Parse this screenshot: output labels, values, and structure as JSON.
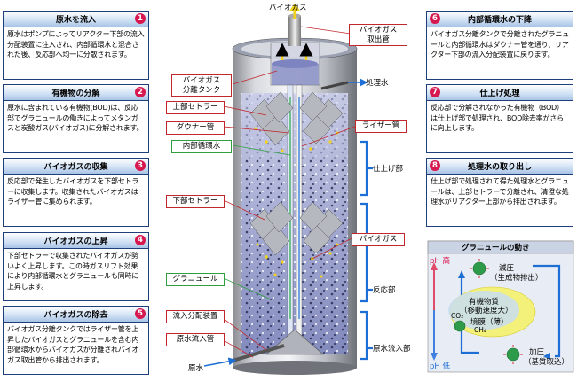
{
  "left_panels": [
    {
      "num": "1",
      "title": "原水を流入",
      "body": "原水はポンプによってリアクター下部の流入分配装置に注入され、内部循環水と混合された後、反応部へ均一に分散されます。"
    },
    {
      "num": "2",
      "title": "有機物の分解",
      "body": "原水に含まれている有機物(BOD)は、反応部でグラニュールの働きによってメタンガスと炭酸ガス(バイオガス)に分解されます。"
    },
    {
      "num": "3",
      "title": "バイオガスの収集",
      "body": "反応部で発生したバイオガスを下部セトラーに収集します。収集されたバイオガスはライザー管に集められます。"
    },
    {
      "num": "4",
      "title": "バイオガスの上昇",
      "body": "下部セトラーで収集されたバイオガスが勢いよく上昇します。この時ガスリフト効果により内部循環水とグラニュールも同時に上昇します。"
    },
    {
      "num": "5",
      "title": "バイオガスの除去",
      "body": "バイオガス分離タンクではライザー管を上昇したバイオガスとグラニュールを含む内部循環水からバイオガスが分離されバイオガス取出管から排出されます。"
    }
  ],
  "right_panels": [
    {
      "num": "6",
      "title": "内部循環水の下降",
      "body": "バイオガス分離タンクで分離されたグラニュールと内部循環水はダウナー管を通り、リアクター下部の流入分配装置に戻ります。"
    },
    {
      "num": "7",
      "title": "仕上げ処理",
      "body": "反応部で分解されなかった有機物（BOD）は仕上げ部で処理され、BOD除去率がさらに向上します。"
    },
    {
      "num": "8",
      "title": "処理水の取り出し",
      "body": "仕上げ部で処理されて得た処理水とグラニュールは、上部セトラーで分離され、清澄な処理水がリアクター上部から排出されます。"
    }
  ],
  "labels": {
    "biogas_top": "バイオガス",
    "biogas_outlet": "バイオガス\n取出管",
    "separator_tank": "バイオガス\n分離タンク",
    "treated_water": "処理水",
    "upper_settler": "上部セトラー",
    "downer": "ダウナー管",
    "riser": "ライザー管",
    "internal_circ": "内部循環水",
    "lower_settler": "下部セトラー",
    "biogas_mid": "バイオガス",
    "granule": "グラニュール",
    "inflow_distributor": "流入分配装置",
    "inflow_pipe": "原水流入管",
    "raw_water": "原水",
    "finishing_zone": "仕上げ部",
    "reaction_zone": "反応部",
    "inflow_zone": "原水流入部"
  },
  "granule_box": {
    "title": "グラニュールの動き",
    "ph_high": "pH 高",
    "ph_low": "pH 低",
    "decompress": "減圧",
    "decompress_sub": "（生成物排出）",
    "pressurize": "加圧",
    "pressurize_sub": "（基質取込）",
    "organic": "有機物質",
    "organic_sub": "（移動速度大）",
    "co2": "CO₂",
    "ch4": "CH₄",
    "thin_film": "境膜（薄）"
  },
  "colors": {
    "accent_red": "#d6184f",
    "panel_border": "#1e3f7a",
    "arrow_blue": "#1d6fd6",
    "label_red": "#c0282d",
    "label_green": "#2f9e3f"
  }
}
